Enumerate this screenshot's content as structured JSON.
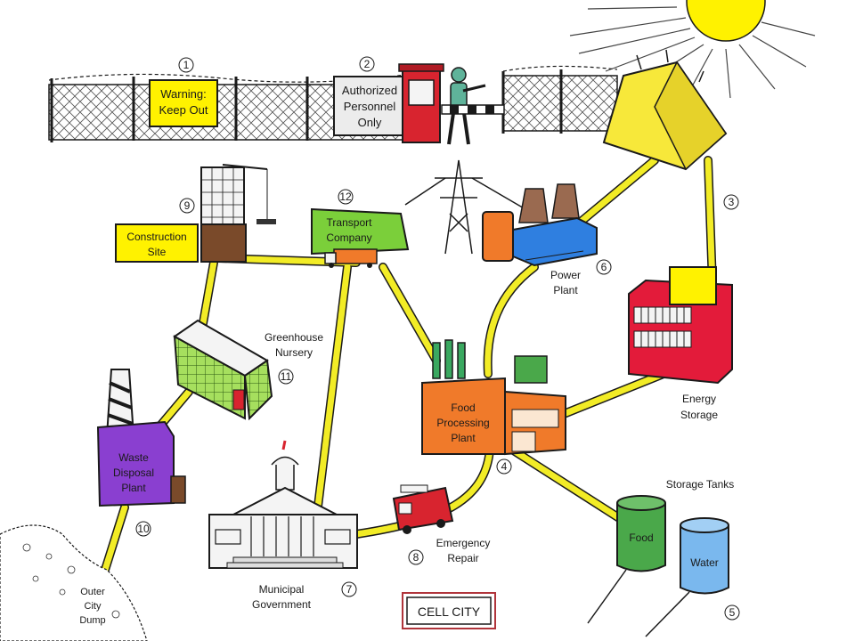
{
  "signs": {
    "warning_line1": "Warning:",
    "warning_line2": "Keep Out",
    "authorized_line1": "Authorized",
    "authorized_line2": "Personnel",
    "authorized_line3": "Only",
    "construction_line1": "Construction",
    "construction_line2": "Site",
    "transport_line1": "Transport",
    "transport_line2": "Company",
    "cell_city": "CELL CITY"
  },
  "labels": {
    "power_line1": "Power",
    "power_line2": "Plant",
    "greenhouse_line1": "Greenhouse",
    "greenhouse_line2": "Nursery",
    "energy_line1": "Energy",
    "energy_line2": "Storage",
    "food_line1": "Food",
    "food_line2": "Processing",
    "food_line3": "Plant",
    "storage_tanks": "Storage Tanks",
    "tank_food": "Food",
    "tank_water": "Water",
    "waste_line1": "Waste",
    "waste_line2": "Disposal",
    "waste_line3": "Plant",
    "emergency_line1": "Emergency",
    "emergency_line2": "Repair",
    "municipal_line1": "Municipal",
    "municipal_line2": "Government",
    "dump_line1": "Outer",
    "dump_line2": "City",
    "dump_line3": "Dump"
  },
  "numbers": {
    "n1": "1",
    "n2": "2",
    "n3": "3",
    "n4": "4",
    "n5": "5",
    "n6": "6",
    "n7": "7",
    "n8": "8",
    "n9": "9",
    "n10": "10",
    "n11": "11",
    "n12": "12"
  },
  "colors": {
    "road": "#f2ec26",
    "sun": "#fff200",
    "solar_panel": "#f7e83a",
    "energy_storage": "#e31b3a",
    "power_plant": "#2f7fe0",
    "food_plant": "#f07a2a",
    "transport": "#7bcf3a",
    "greenhouse": "#8fd44a",
    "waste_plant": "#8a3fd0",
    "food_tank": "#4aa84a",
    "water_tank": "#7ab8ee",
    "guard_booth": "#d8242f",
    "fire_truck": "#d8242f"
  }
}
